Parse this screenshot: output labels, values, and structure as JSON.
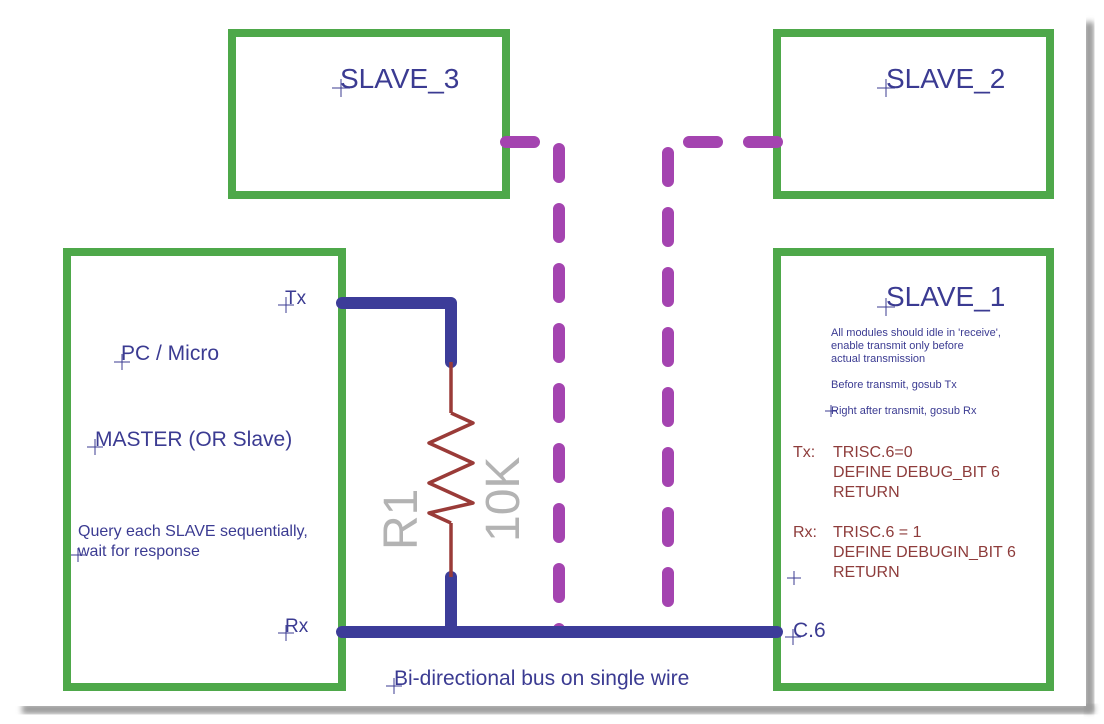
{
  "slave3": {
    "label": "SLAVE_3"
  },
  "slave2": {
    "label": "SLAVE_2"
  },
  "slave1": {
    "label": "SLAVE_1",
    "note_lines": [
      "All modules should idle in 'receive',",
      "enable transmit only before",
      "actual transmission"
    ],
    "before_tx": "Before transmit, gosub Tx",
    "after_tx": "Right after transmit, gosub Rx",
    "tx_label": "Tx:",
    "tx_lines": [
      "TRISC.6=0",
      "DEFINE DEBUG_BIT 6",
      "RETURN"
    ],
    "rx_label": "Rx:",
    "rx_lines": [
      "TRISC.6 = 1",
      "DEFINE DEBUGIN_BIT 6",
      "RETURN"
    ],
    "pin_label": "C.6"
  },
  "master": {
    "tx_pin": "Tx",
    "rx_pin": "Rx",
    "title": "PC / Micro",
    "role": "MASTER (OR Slave)",
    "query_lines": [
      "Query each SLAVE sequentially,",
      "wait for response"
    ]
  },
  "resistor": {
    "name": "R1",
    "value": "10K"
  },
  "bus": {
    "caption": "Bi-directional bus on single wire"
  },
  "colors": {
    "box": "#4ea84a",
    "bus": "#3c3c99",
    "dashed": "#a444b0",
    "resistor": "#9a3b38",
    "label": "#3b3b92",
    "code": "#8e3c3b",
    "resistor_text": "#b3b3b3",
    "shadow": "#9a9a9a"
  }
}
